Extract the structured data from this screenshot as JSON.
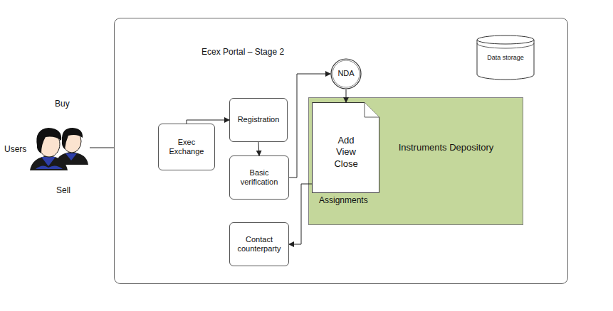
{
  "diagram": {
    "nodes": [
      {
        "text": [
          "Ecex Portal – Stage 2"
        ]
      },
      {
        "text": [
          "Exec Exchange"
        ],
        "in": 0
      },
      {
        "text": [
          "Registration"
        ],
        "in": 0
      },
      {
        "text": [
          "Basic verification"
        ],
        "in": 0
      },
      {
        "text": [
          "Contact counterparty"
        ],
        "in": 0
      },
      {
        "text": [
          "NDA"
        ],
        "in": 0
      },
      {
        "text": [
          "Data storage"
        ],
        "in": 0
      },
      {
        "text": [
          "Instruments Depository"
        ],
        "in": 0
      },
      {
        "text": [
          "Add View Close",
          "Assignments"
        ],
        "in": 7
      }
    ],
    "edges": [
      {
        "from": 1,
        "to": 2,
        "arrow": "to"
      },
      {
        "from": 2,
        "to": 3,
        "arrow": "to"
      },
      {
        "from": 3,
        "to": 5,
        "arrow": "to"
      },
      {
        "from": 5,
        "to": 8,
        "arrow": "to"
      },
      {
        "from": 8,
        "to": 4,
        "arrow": "to"
      }
    ],
    "labels": [
      "Buy",
      "Users",
      "Sell"
    ]
  }
}
